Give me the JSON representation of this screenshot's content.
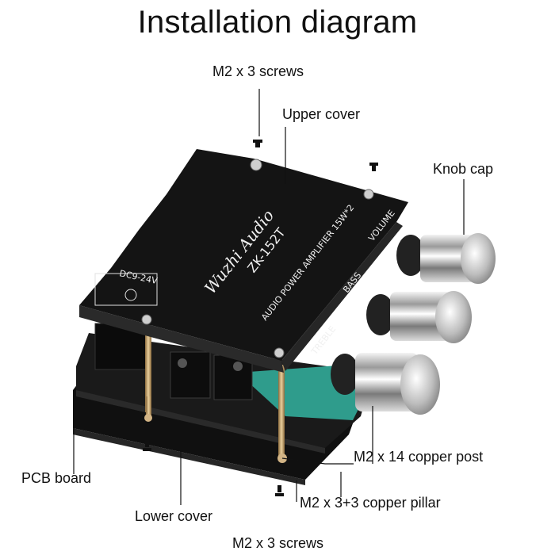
{
  "title": "Installation diagram",
  "labels": {
    "screws_top": "M2 x 3 screws",
    "upper_cover": "Upper cover",
    "knob_cap": "Knob cap",
    "copper_post": "M2 x 14 copper post",
    "pcb_board": "PCB board",
    "copper_pillar": "M2 x 3+3 copper pillar",
    "lower_cover": "Lower cover",
    "screws_bottom": "M2 x 3 screws"
  },
  "board_print": {
    "model": "ZK-152T",
    "subtitle": "AUDIO POWER AMPLIFIER 15W*2",
    "brand": "Wuzhi Audio",
    "power": "DC9-24V",
    "treble": "TREBLE",
    "bass": "BASS",
    "volume": "VOLUME"
  },
  "colors": {
    "board": "#141414",
    "pcb_teal": "#2f9c8c",
    "copper": "#c9a877",
    "knob": "#b9b9b9"
  }
}
